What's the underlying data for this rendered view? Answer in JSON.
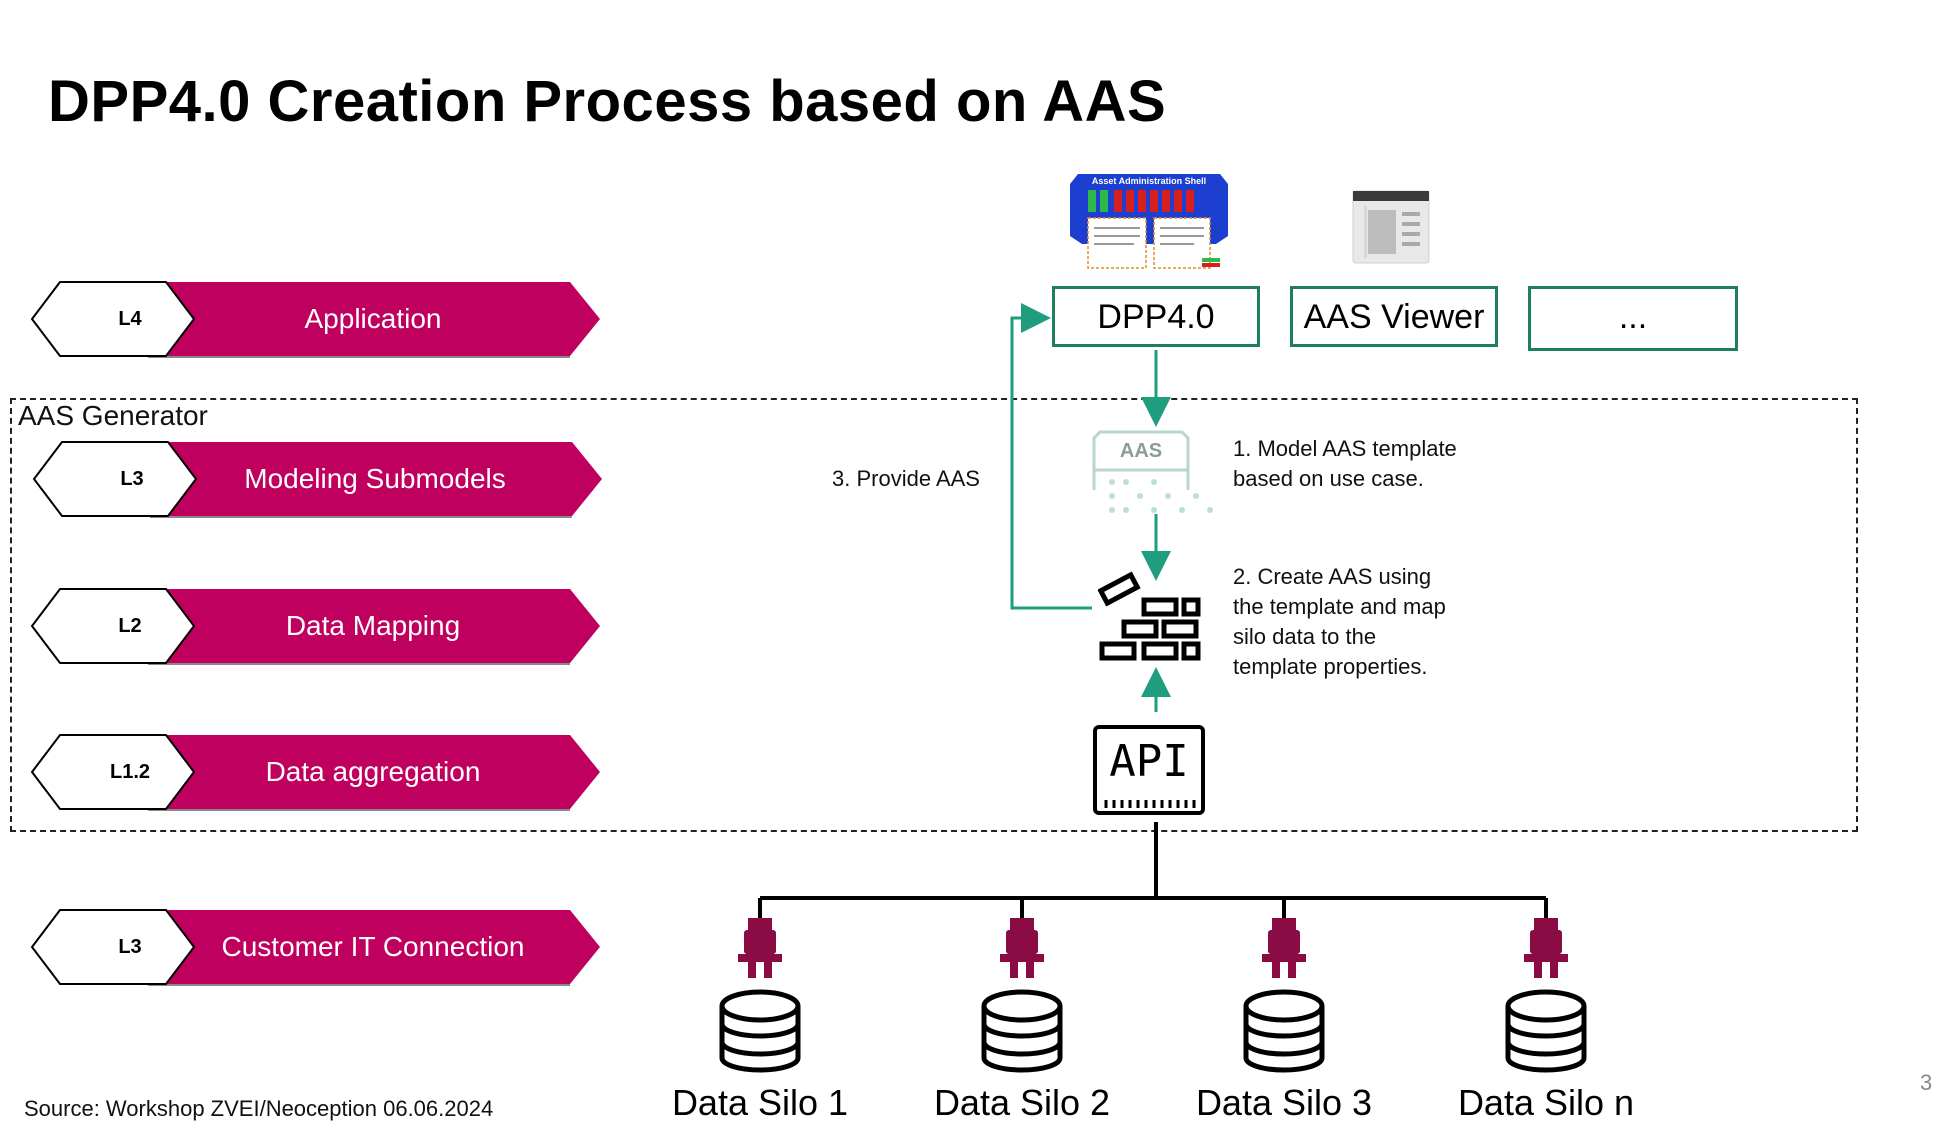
{
  "title": "DPP4.0 Creation Process based on AAS",
  "group_label": "AAS Generator",
  "colors": {
    "banner": "#c0005e",
    "accent": "#1e9e7e",
    "silo": "#8b0b45",
    "box_border": "#1e7f5e"
  },
  "layers": [
    {
      "level": "L4",
      "label": "Application"
    },
    {
      "level": "L3",
      "label": "Modeling Submodels"
    },
    {
      "level": "L2",
      "label": "Data Mapping"
    },
    {
      "level": "L1.2",
      "label": "Data aggregation"
    },
    {
      "level": "L3",
      "label": "Customer IT Connection"
    }
  ],
  "apps": [
    {
      "label": "DPP4.0",
      "icon": "aas-shell-icon"
    },
    {
      "label": "AAS Viewer",
      "icon": "viewer-window-icon"
    },
    {
      "label": "..."
    }
  ],
  "aas_shell_image": {
    "heading": "Asset Administration Shell"
  },
  "aas_template": {
    "icon": "aas-template-icon",
    "text": "AAS"
  },
  "api": {
    "text": "API",
    "icon": "api-chip-icon"
  },
  "steps": [
    {
      "text": "1. Model AAS template\nbased on use case."
    },
    {
      "text": "2. Create AAS using\nthe template and map\nsilo data to the\ntemplate properties."
    }
  ],
  "provide_label": "3. Provide AAS",
  "silos": [
    {
      "label": "Data Silo 1",
      "icon": "database-icon"
    },
    {
      "label": "Data Silo 2",
      "icon": "database-icon"
    },
    {
      "label": "Data Silo 3",
      "icon": "database-icon"
    },
    {
      "label": "Data Silo n",
      "icon": "database-icon"
    }
  ],
  "source": "Source: Workshop ZVEI/Neoception 06.06.2024",
  "page_number": "3"
}
